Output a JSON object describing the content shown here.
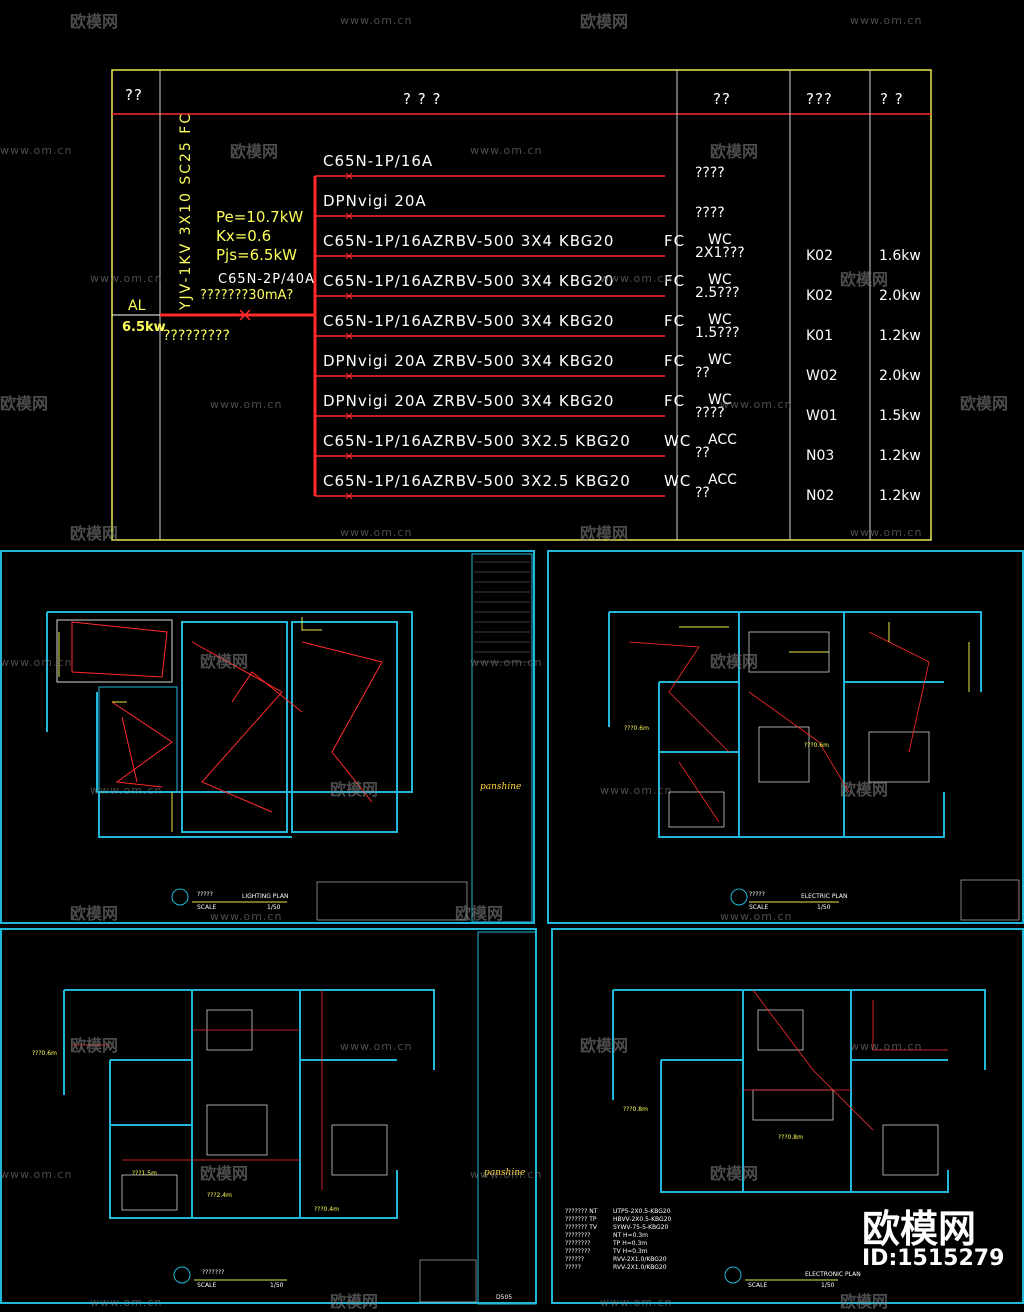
{
  "schematic": {
    "headers": {
      "col1": "??",
      "col2": "? ? ?",
      "col3": "??",
      "col4": "???",
      "col5": "? ?"
    },
    "feeder_cable": "YJV-1KV  3X10  SC25  FC",
    "panel_name": "AL",
    "panel_power": "6.5kw",
    "panel_note": "?????????",
    "main_breaker": "C65N-2P/40A",
    "main_rcd": "???????30mA?",
    "load": {
      "pe": "Pe=10.7kW",
      "kx": "Kx=0.6",
      "pjs": "Pjs=6.5kW"
    },
    "circuits": [
      {
        "breaker": "C65N-1P/16A",
        "cable": "",
        "method": "",
        "laying": "",
        "use": "????",
        "no": "",
        "power": ""
      },
      {
        "breaker": "DPNvigi  20A",
        "cable": "",
        "method": "",
        "laying": "",
        "use": "????",
        "no": "",
        "power": ""
      },
      {
        "breaker": "C65N-1P/16A",
        "cable": "ZRBV-500  3X4  KBG20",
        "method": "FC",
        "laying": "WC",
        "use": "2X1???",
        "no": "K02",
        "power": "1.6kw"
      },
      {
        "breaker": "C65N-1P/16A",
        "cable": "ZRBV-500  3X4  KBG20",
        "method": "FC",
        "laying": "WC",
        "use": "2.5???",
        "no": "K02",
        "power": "2.0kw"
      },
      {
        "breaker": "C65N-1P/16A",
        "cable": "ZRBV-500  3X4  KBG20",
        "method": "FC",
        "laying": "WC",
        "use": "1.5???",
        "no": "K01",
        "power": "1.2kw"
      },
      {
        "breaker": "DPNvigi  20A",
        "cable": "ZRBV-500  3X4  KBG20",
        "method": "FC",
        "laying": "WC",
        "use": "??",
        "no": "W02",
        "power": "2.0kw"
      },
      {
        "breaker": "DPNvigi  20A",
        "cable": "ZRBV-500  3X4  KBG20",
        "method": "FC",
        "laying": "WC",
        "use": "????",
        "no": "W01",
        "power": "1.5kw"
      },
      {
        "breaker": "C65N-1P/16A",
        "cable": "ZRBV-500  3X2.5  KBG20",
        "method": "WC",
        "laying": "ACC",
        "use": "??",
        "no": "N03",
        "power": "1.2kw"
      },
      {
        "breaker": "C65N-1P/16A",
        "cable": "ZRBV-500  3X2.5  KBG20",
        "method": "WC",
        "laying": "ACC",
        "use": "??",
        "no": "N02",
        "power": "1.2kw"
      }
    ]
  },
  "sheets": [
    {
      "title": "?????",
      "subtitle": "LIGHTING PLAN",
      "scale": "SCALE",
      "ratio": "1/50"
    },
    {
      "title": "?????",
      "subtitle": "ELECTRIC PLAN",
      "scale": "SCALE",
      "ratio": "1/50"
    },
    {
      "title": "???????",
      "subtitle": "",
      "scale": "SCALE",
      "ratio": "1/50"
    },
    {
      "title": "",
      "subtitle": "ELECTRONIC PLAN",
      "scale": "SCALE",
      "ratio": "1/50"
    }
  ],
  "annotations": {
    "h1": "???0.6m",
    "h2": "???0.6m",
    "h3": "???0.6m",
    "h4": "???1.5m",
    "h5": "???0.6m",
    "h6": "???2.4m",
    "h7": "???0.4m",
    "h8": "???0.8m",
    "h9": "???0.8m"
  },
  "title_block": {
    "brand": "panshine",
    "code": "D505"
  },
  "legend": [
    {
      "sym": "??????? NT",
      "desc": "UTP5-2X0.5-KBG20"
    },
    {
      "sym": "??????? TP",
      "desc": "HBVV-2X0.5-KBG20"
    },
    {
      "sym": "??????? TV",
      "desc": "SYWV-75-5-KBG20"
    },
    {
      "sym": "????????",
      "desc": "NT  H=0.3m"
    },
    {
      "sym": "????????",
      "desc": "TP  H=0.3m"
    },
    {
      "sym": "????????",
      "desc": "TV  H=0.3m"
    },
    {
      "sym": "??????",
      "desc": "RVV-2X1.0/KBG20"
    },
    {
      "sym": "?????",
      "desc": "RVV-2X1.0/KBG20"
    }
  ],
  "watermark": {
    "logo": "欧模网",
    "url": "www.om.cn"
  },
  "stamp": {
    "name": "欧模网",
    "id": "ID:1515279"
  }
}
